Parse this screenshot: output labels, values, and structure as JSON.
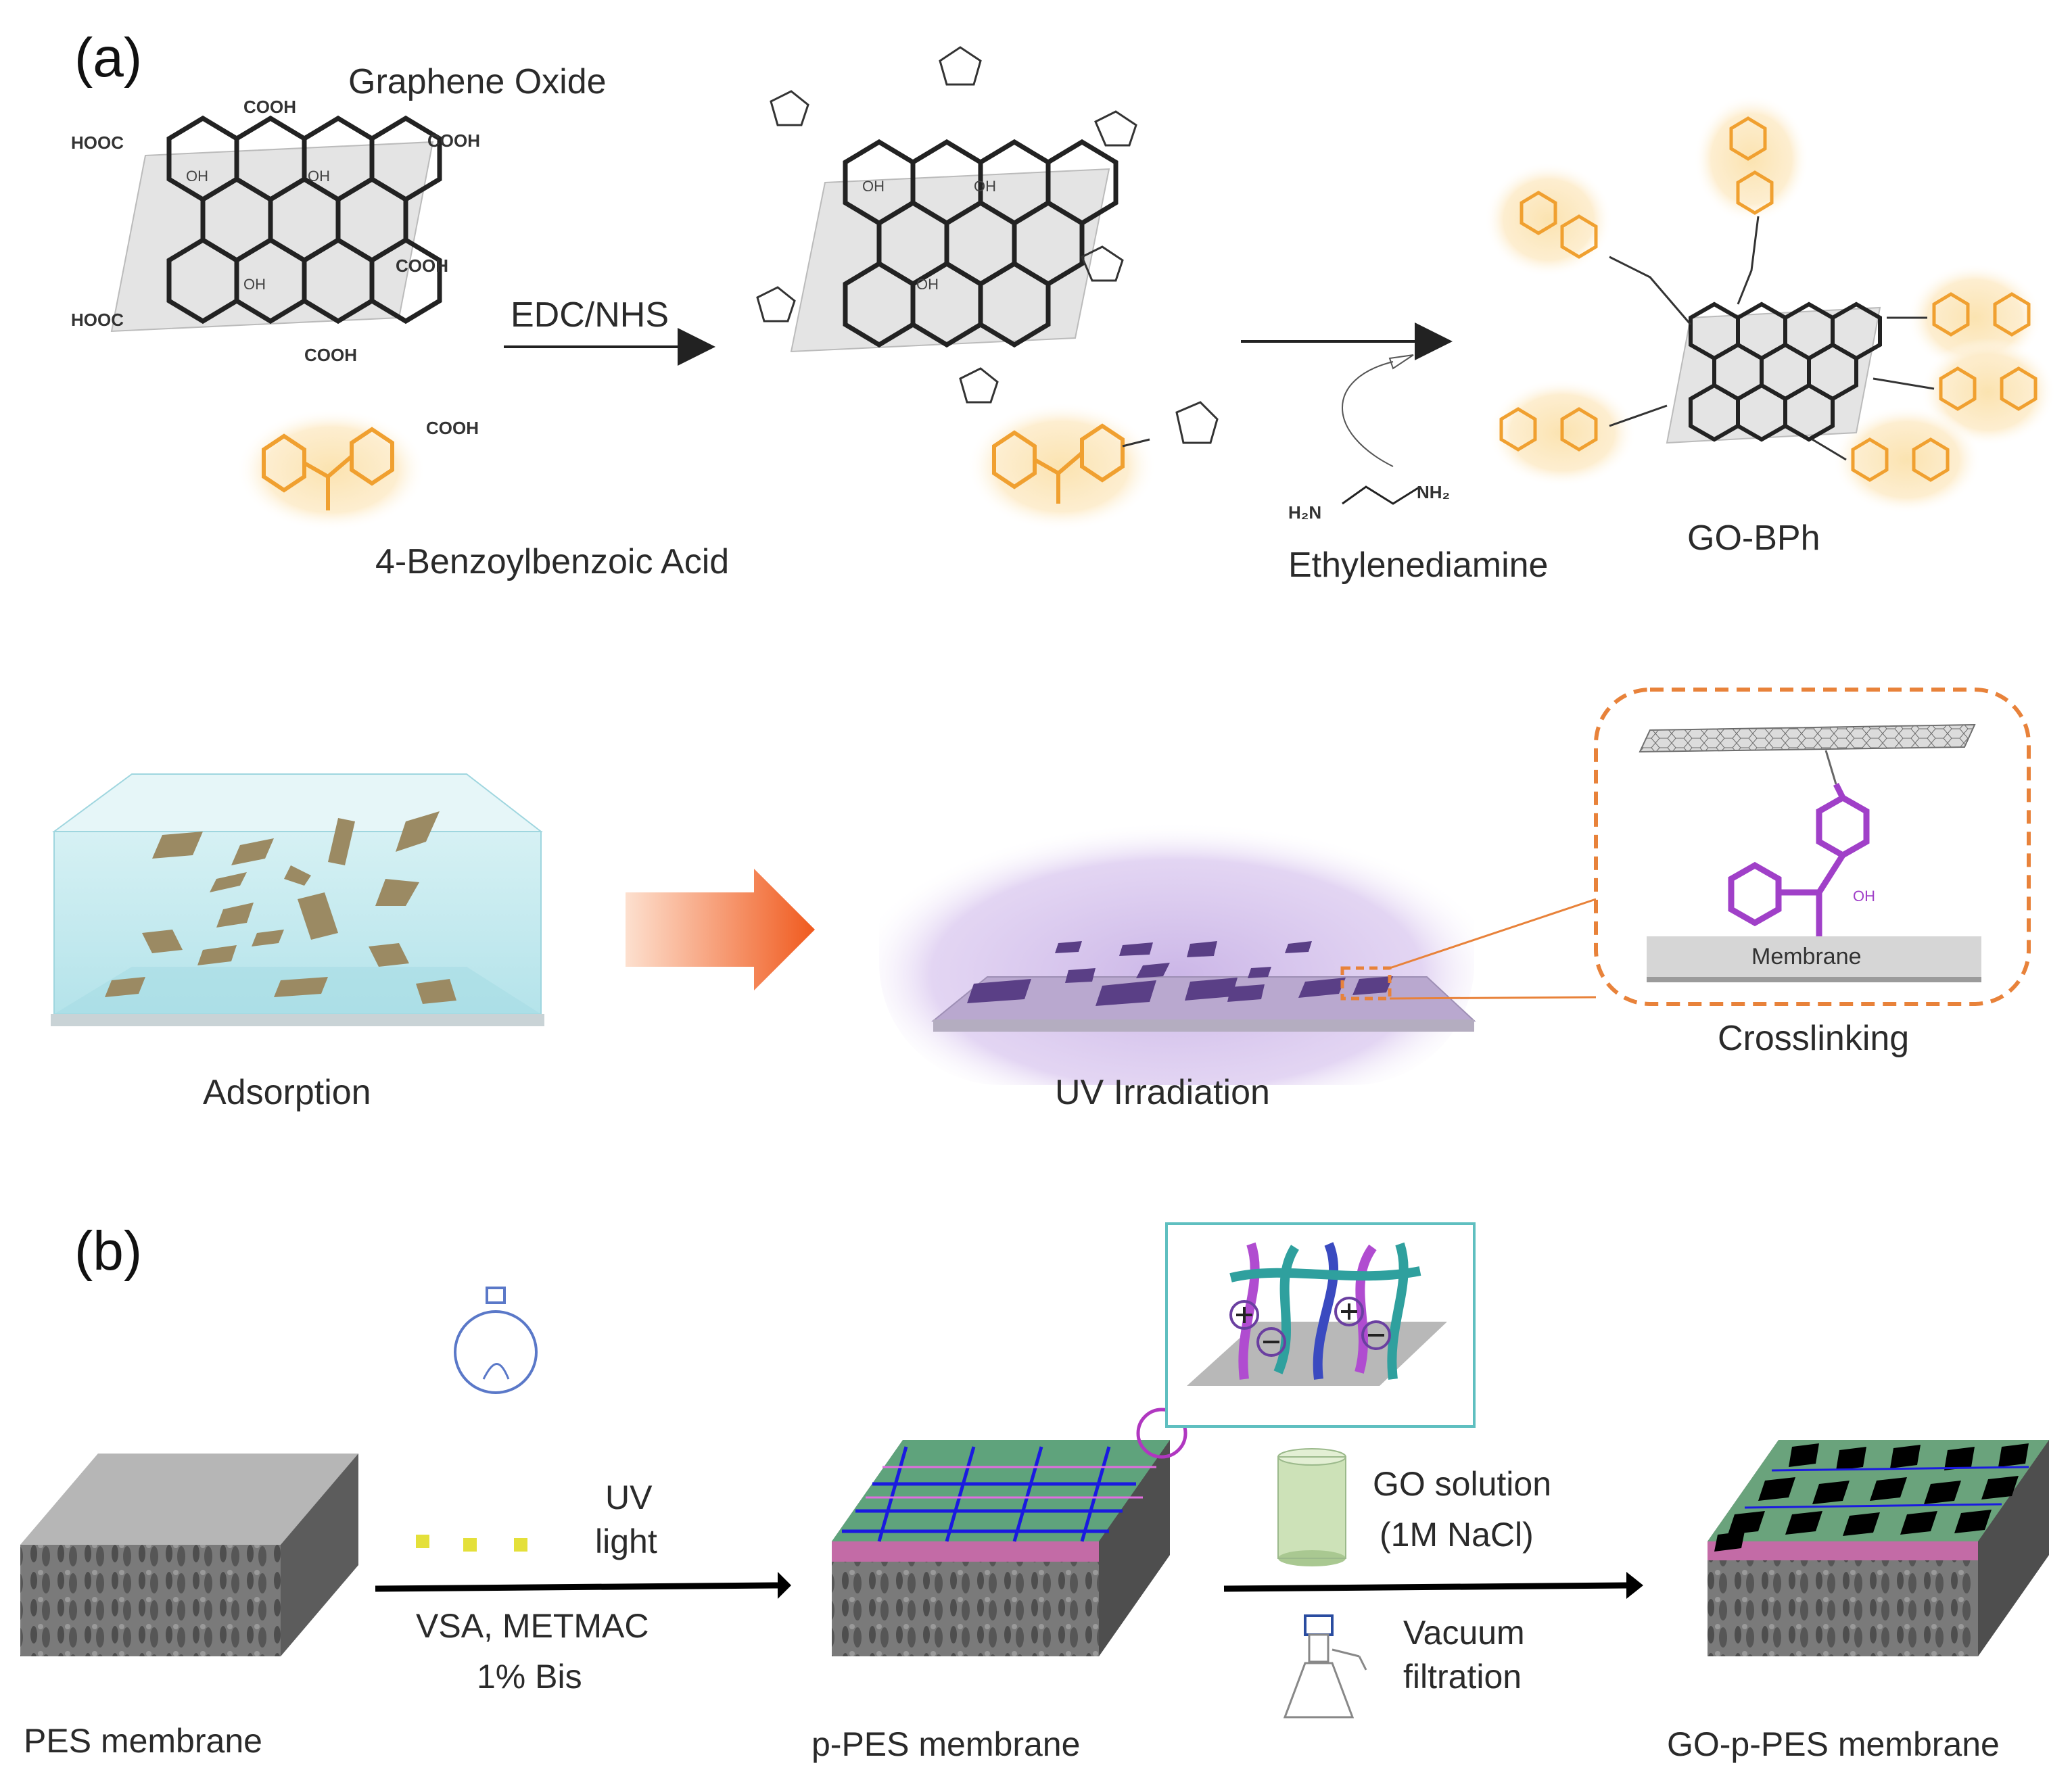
{
  "panel_a": {
    "label": "(a)",
    "graphene_oxide": "Graphene Oxide",
    "edc_nhs": "EDC/NHS",
    "benzoyl_acid": "4-Benzoylbenzoic Acid",
    "ethylenediamine": "Ethylenediamine",
    "go_bph": "GO-BPh",
    "adsorption": "Adsorption",
    "uv_irradiation": "UV Irradiation",
    "crosslinking": "Crosslinking",
    "membrane_inset": "Membrane",
    "cooh": "COOH",
    "hooc": "HOOC",
    "oh": "OH",
    "h2n": "H₂N",
    "nh2": "NH₂"
  },
  "panel_b": {
    "label": "(b)",
    "pes": "PES membrane",
    "uv": "UV",
    "light": "light",
    "vsa": "VSA, METMAC",
    "bis": "1% Bis",
    "ppes": "p-PES membrane",
    "go_sol": "GO solution",
    "nacl": "(1M NaCl)",
    "vacuum": "Vacuum",
    "filtration": "filtration",
    "goppes": "GO-p-PES membrane"
  },
  "colors": {
    "orange": "#f0a030",
    "glow": "#fbe3b0",
    "purple": "#a040c8",
    "uv_glow": "#c9b3e6",
    "arrow_orange": "#f26a2a",
    "water": "#bfe8ee",
    "inset_border": "#e8823a",
    "teal_box": "#5fbfc0"
  }
}
